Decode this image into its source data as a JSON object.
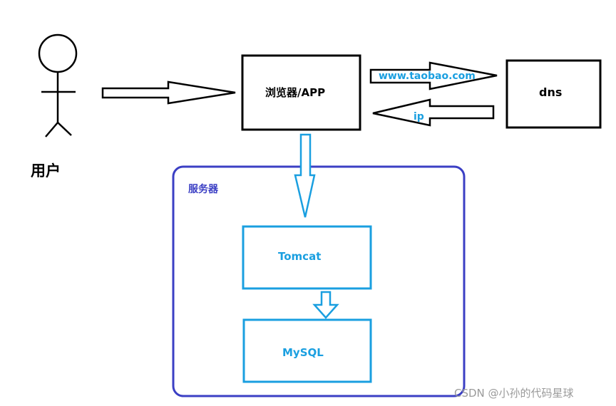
{
  "user": {
    "label": "用户"
  },
  "browser": {
    "label": "浏览器/APP"
  },
  "dns": {
    "label": "dns"
  },
  "request": {
    "label": "www.taobao.com"
  },
  "response": {
    "label": "ip"
  },
  "server": {
    "label": "服务器"
  },
  "tomcat": {
    "label": "Tomcat"
  },
  "mysql": {
    "label": "MySQL"
  },
  "watermark": {
    "text": "CSDN @小孙的代码星球"
  },
  "colors": {
    "black": "#000000",
    "cyan": "#1a9fe0",
    "server_border": "#3b3fc4"
  }
}
